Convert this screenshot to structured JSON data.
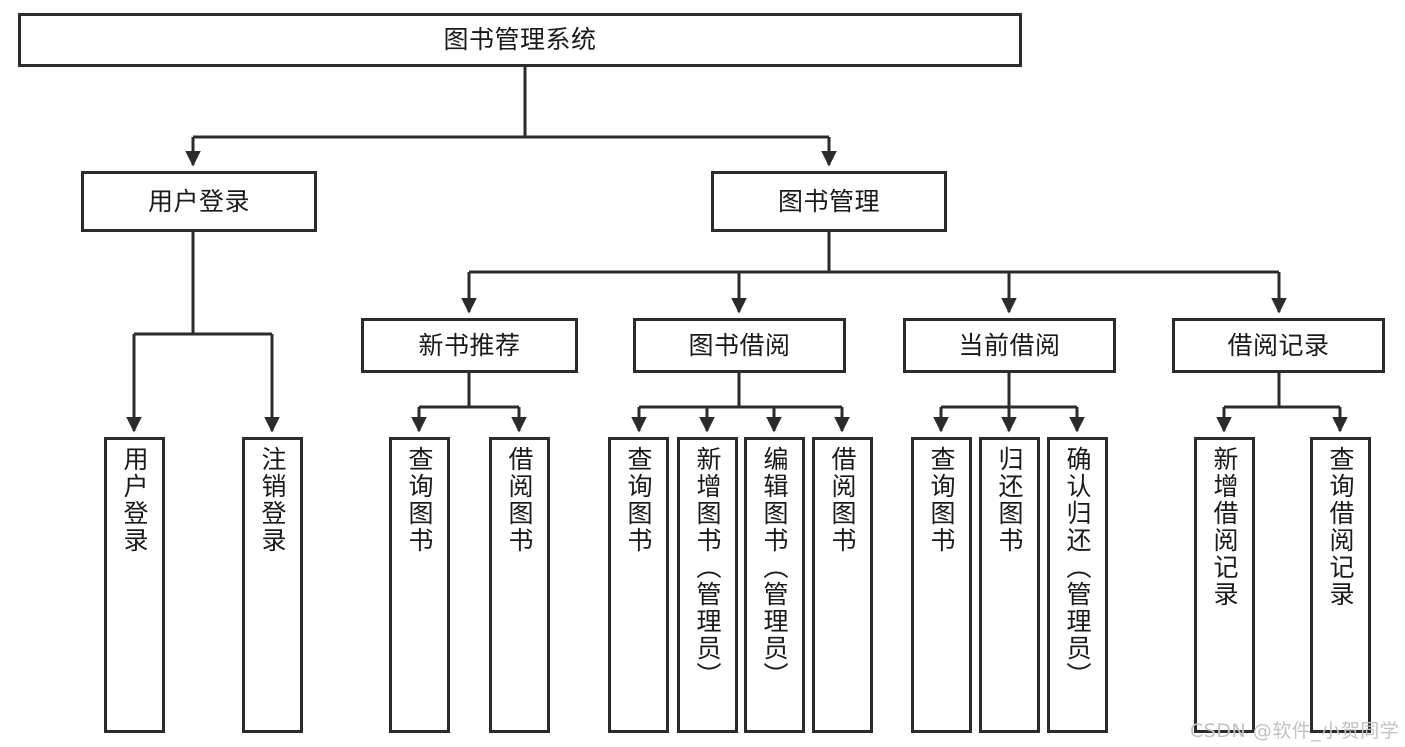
{
  "diagram": {
    "title": "图书管理系统",
    "type": "tree-structure-chart",
    "watermark": "CSDN @软件_小贺同学",
    "colors": {
      "stroke": "#2b2b2b",
      "fill": "#ffffff",
      "text": "#1a1a1a",
      "watermark": "#c2c2c2"
    },
    "nodes": {
      "root": {
        "label": "图书管理系统"
      },
      "level2": [
        {
          "id": "user-login",
          "label": "用户登录"
        },
        {
          "id": "book-manage",
          "label": "图书管理"
        }
      ],
      "level3": [
        {
          "id": "new-book-rec",
          "label": "新书推荐"
        },
        {
          "id": "book-borrow",
          "label": "图书借阅"
        },
        {
          "id": "current-borrow",
          "label": "当前借阅"
        },
        {
          "id": "borrow-record",
          "label": "借阅记录"
        }
      ],
      "leaves": {
        "user_login": [
          {
            "id": "leaf-user-login",
            "label": "用户登录"
          },
          {
            "id": "leaf-logout",
            "label": "注销登录"
          }
        ],
        "new_book_rec": [
          {
            "id": "leaf-query-book-1",
            "label": "查询图书"
          },
          {
            "id": "leaf-borrow-book-1",
            "label": "借阅图书"
          }
        ],
        "book_borrow": [
          {
            "id": "leaf-query-book-2",
            "label": "查询图书"
          },
          {
            "id": "leaf-add-book",
            "label": "新增图书（管理员）"
          },
          {
            "id": "leaf-edit-book",
            "label": "编辑图书（管理员）"
          },
          {
            "id": "leaf-borrow-book-2",
            "label": "借阅图书"
          }
        ],
        "current_borrow": [
          {
            "id": "leaf-query-book-3",
            "label": "查询图书"
          },
          {
            "id": "leaf-return-book",
            "label": "归还图书"
          },
          {
            "id": "leaf-confirm-return",
            "label": "确认归还（管理员）"
          }
        ],
        "borrow_record": [
          {
            "id": "leaf-add-record",
            "label": "新增借阅记录"
          },
          {
            "id": "leaf-query-record",
            "label": "查询借阅记录"
          }
        ]
      }
    }
  }
}
